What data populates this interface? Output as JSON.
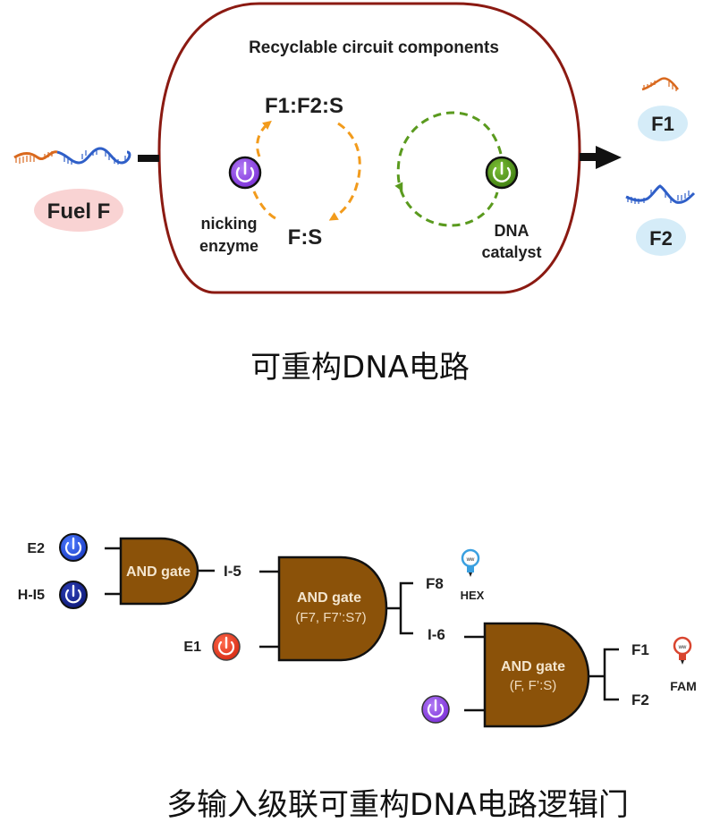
{
  "colors": {
    "container_border": "#8b1a12",
    "orange_cycle": "#f29b1c",
    "green_cycle": "#5a9a1e",
    "gate_fill": "#8b5209",
    "purple_button": "#8a3fe0",
    "green_button": "#4e8f1a",
    "blue_button": "#1f4fd8",
    "navy_button": "#16258f",
    "red_button": "#e83a22",
    "fuel_bubble": "#f9d3d3",
    "product_bubble": "#d5ecf8",
    "hex_bulb": "#3aa0e0",
    "fam_bulb": "#d9452f",
    "dna_orange": "#d9691e",
    "dna_blue": "#2f5fc8"
  },
  "top_diagram": {
    "container_title": "Recyclable circuit components",
    "input": {
      "label": "Fuel F",
      "icon": "dna-double-helix-icon"
    },
    "nicking_cycle": {
      "state_top": "F1:F2:S",
      "state_bottom": "F:S",
      "enzyme_label_line1": "nicking",
      "enzyme_label_line2": "enzyme",
      "icon": "power-button-icon"
    },
    "catalyst_cycle": {
      "label_line1": "DNA",
      "label_line2": "catalyst",
      "icon": "power-button-icon"
    },
    "outputs": [
      {
        "label": "F1",
        "icon": "dna-strand-icon"
      },
      {
        "label": "F2",
        "icon": "dna-strand-icon"
      }
    ]
  },
  "caption_top": "可重构DNA电路",
  "bottom_diagram": {
    "gate1": {
      "title": "AND gate",
      "subtitle": ""
    },
    "gate2": {
      "title": "AND gate",
      "subtitle": "(F7, F7’:S7)"
    },
    "gate3": {
      "title": "AND gate",
      "subtitle": "(F, F’:S)"
    },
    "inputs": {
      "e2": "E2",
      "h_i5": "H-I5",
      "e1": "E1"
    },
    "intermediates": {
      "i5": "I-5",
      "i6": "I-6"
    },
    "outputs": {
      "f8": "F8",
      "f1": "F1",
      "f2": "F2"
    },
    "reporters": {
      "hex": "HEX",
      "fam": "FAM"
    },
    "bulb_glyph": "ww"
  },
  "caption_bottom": "多输入级联可重构DNA电路逻辑门"
}
